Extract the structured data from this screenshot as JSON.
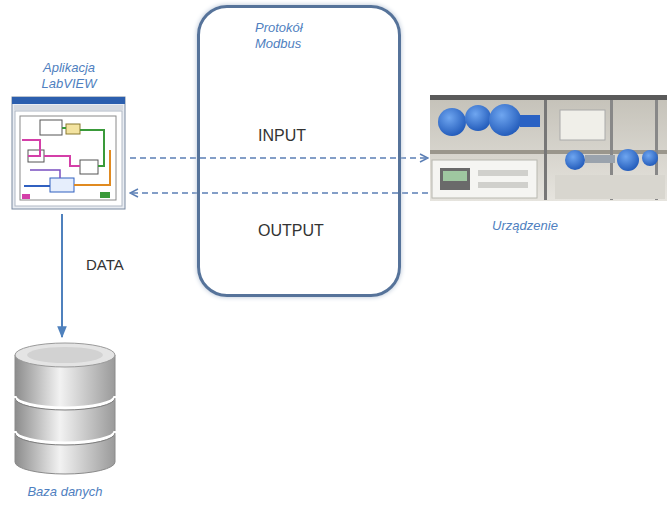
{
  "diagram": {
    "nodes": [
      {
        "text": [
          "Aplikacja LabVIEW"
        ]
      },
      {
        "text": [
          "Protokół Modbus",
          "INPUT",
          "OUTPUT"
        ]
      },
      {
        "text": [
          "Urządzenie"
        ]
      },
      {
        "text": [
          "Baza danych"
        ]
      }
    ],
    "edges": [
      {
        "from": 0,
        "to": 2,
        "arrow": "to"
      },
      {
        "from": 2,
        "to": 0,
        "arrow": "to"
      },
      {
        "from": 0,
        "to": 3,
        "label": "DATA",
        "arrow": "to"
      }
    ]
  }
}
